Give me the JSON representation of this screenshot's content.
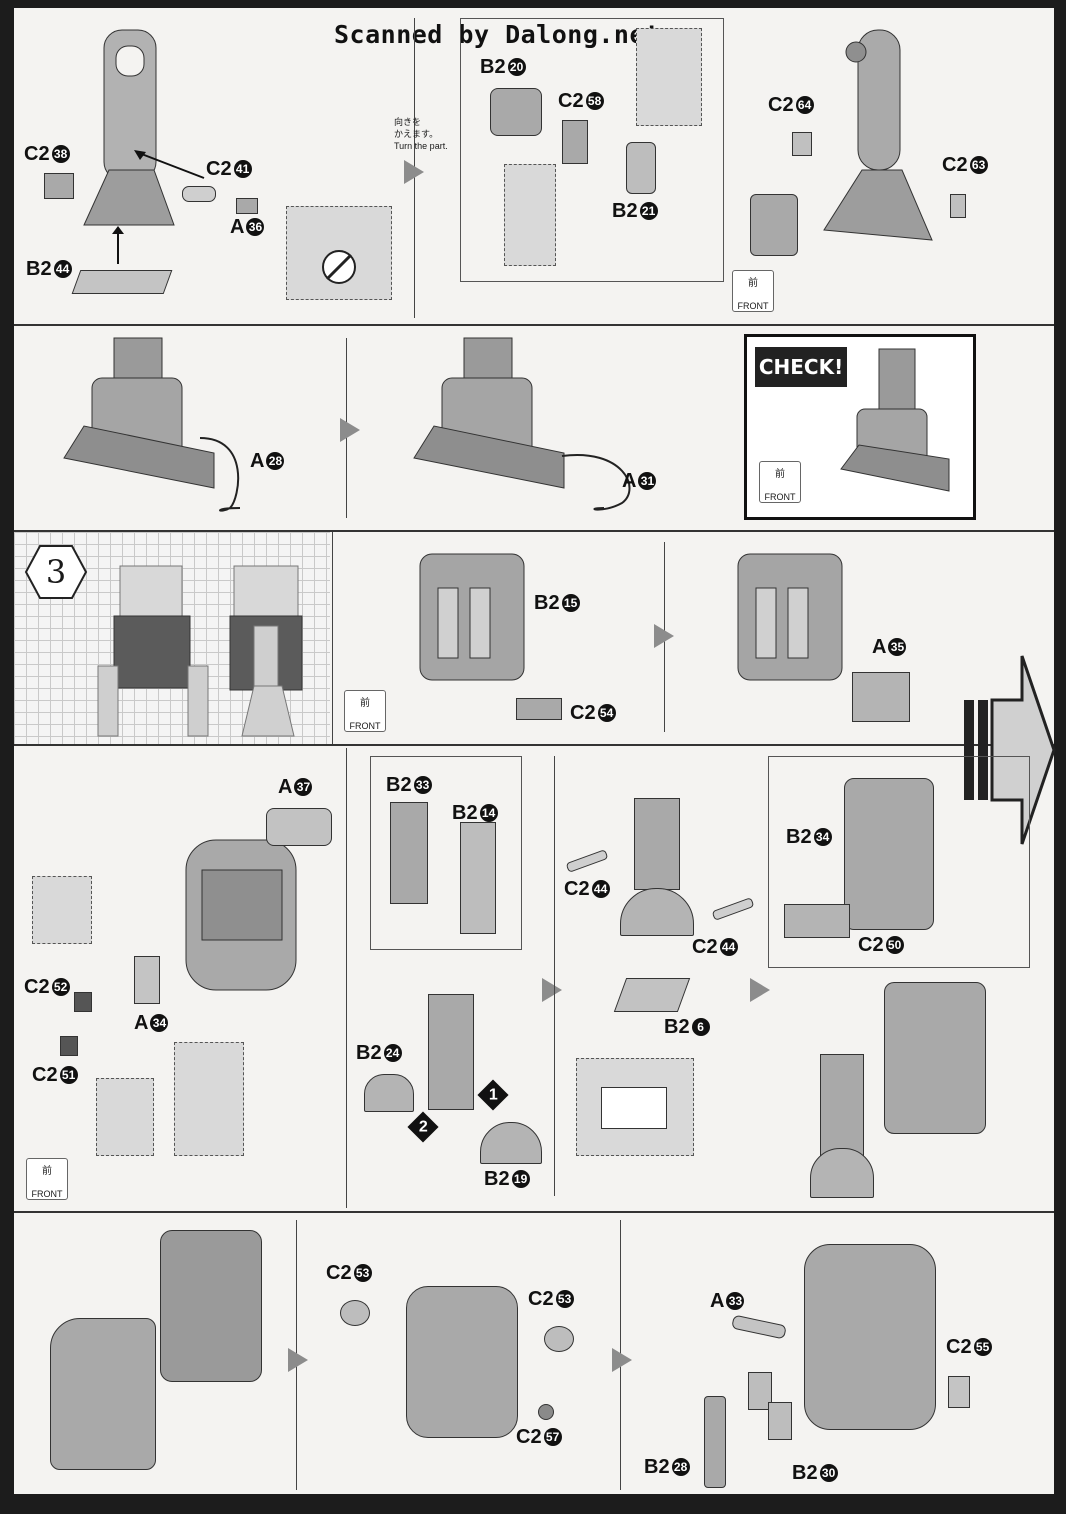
{
  "header": {
    "scan_credit": "Scanned by Dalong.net"
  },
  "panel1": {
    "left": {
      "labels": [
        {
          "letter": "C2",
          "num": "38"
        },
        {
          "letter": "C2",
          "num": "41"
        },
        {
          "letter": "A",
          "num": "36"
        },
        {
          "letter": "B2",
          "num": "44"
        }
      ]
    },
    "turn_note": {
      "jp": "向きを\nかえます。",
      "en": "Turn the part."
    },
    "middle": {
      "labels": [
        {
          "letter": "B2",
          "num": "20"
        },
        {
          "letter": "C2",
          "num": "58"
        },
        {
          "letter": "B2",
          "num": "21"
        }
      ]
    },
    "right": {
      "labels": [
        {
          "letter": "C2",
          "num": "64"
        },
        {
          "letter": "C2",
          "num": "63"
        }
      ]
    }
  },
  "panel2": {
    "labels": [
      {
        "letter": "A",
        "num": "28"
      },
      {
        "letter": "A",
        "num": "31"
      }
    ],
    "check": "CHECK!"
  },
  "panel3": {
    "step_number": "3",
    "labels": [
      {
        "letter": "B2",
        "num": "15"
      },
      {
        "letter": "C2",
        "num": "54"
      },
      {
        "letter": "A",
        "num": "35"
      }
    ]
  },
  "panel4": {
    "left_labels": [
      {
        "letter": "A",
        "num": "37"
      },
      {
        "letter": "C2",
        "num": "52"
      },
      {
        "letter": "A",
        "num": "34"
      },
      {
        "letter": "C2",
        "num": "51"
      }
    ],
    "mid_labels": [
      {
        "letter": "B2",
        "num": "33"
      },
      {
        "letter": "B2",
        "num": "14"
      },
      {
        "letter": "B2",
        "num": "24"
      },
      {
        "letter": "B2",
        "num": "19"
      }
    ],
    "order_marks": [
      "1",
      "2"
    ],
    "center_labels": [
      {
        "letter": "C2",
        "num": "44"
      },
      {
        "letter": "C2",
        "num": "44"
      },
      {
        "letter": "B2",
        "num": "6"
      }
    ],
    "right_labels": [
      {
        "letter": "B2",
        "num": "34"
      },
      {
        "letter": "C2",
        "num": "50"
      }
    ]
  },
  "panel5": {
    "labels": [
      {
        "letter": "C2",
        "num": "53"
      },
      {
        "letter": "C2",
        "num": "53"
      },
      {
        "letter": "C2",
        "num": "57"
      },
      {
        "letter": "A",
        "num": "33"
      },
      {
        "letter": "C2",
        "num": "55"
      },
      {
        "letter": "B2",
        "num": "28"
      },
      {
        "letter": "B2",
        "num": "30"
      }
    ]
  },
  "front_badge": {
    "kanji": "前",
    "word": "FRONT"
  },
  "colors": {
    "part_fill": "#a9a9a9",
    "part_dark": "#6e6e6e",
    "background": "#f4f3f1",
    "border": "#1c1c1c"
  }
}
